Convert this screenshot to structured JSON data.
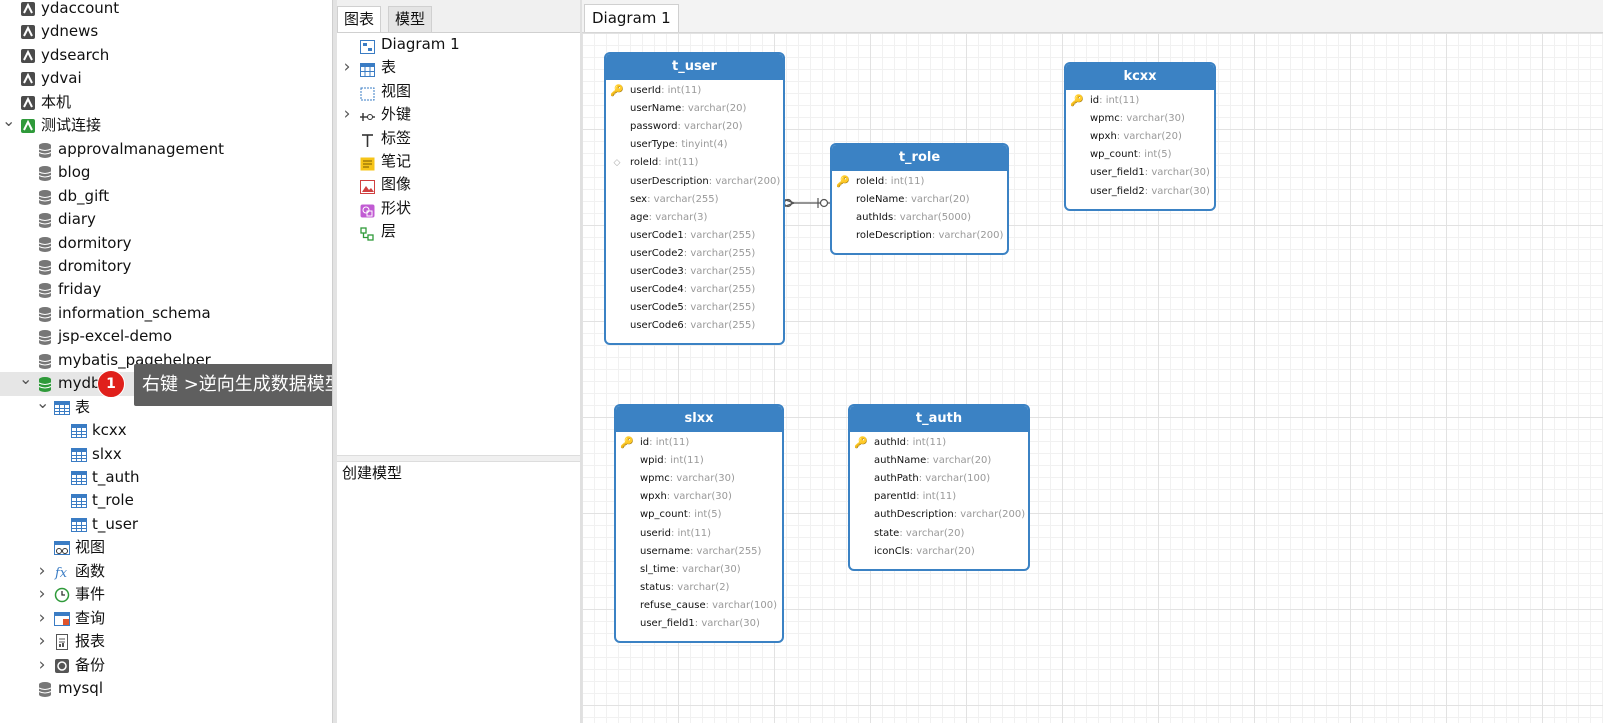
{
  "navigator": {
    "connections": [
      {
        "label": "ydaccount"
      },
      {
        "label": "ydnews"
      },
      {
        "label": "ydsearch"
      },
      {
        "label": "ydvai"
      },
      {
        "label": "本机"
      },
      {
        "label": "测试连接"
      }
    ],
    "databases": [
      "approvalmanagement",
      "blog",
      "db_gift",
      "diary",
      "dormitory",
      "dromitory",
      "friday",
      "information_schema",
      "jsp-excel-demo",
      "mybatis_pagehelper",
      "mydb"
    ],
    "mydb_children": {
      "tables_label": "表",
      "tables": [
        "kcxx",
        "slxx",
        "t_auth",
        "t_role",
        "t_user"
      ],
      "views_label": "视图",
      "functions_label": "函数",
      "events_label": "事件",
      "queries_label": "查询",
      "reports_label": "报表",
      "backups_label": "备份"
    },
    "after_db": "mysql",
    "tooltip": "右键 >逆向生成数据模型",
    "badge": "1"
  },
  "model_panel": {
    "tabs": [
      "图表",
      "模型"
    ],
    "items": [
      "Diagram 1",
      "表",
      "视图",
      "外键",
      "标签",
      "笔记",
      "图像",
      "形状",
      "层"
    ],
    "create_model": "创建模型"
  },
  "canvas": {
    "tab": "Diagram 1",
    "entities": [
      {
        "name": "t_user",
        "fields": [
          {
            "n": "userId",
            "t": ": int(11)",
            "key": "pk"
          },
          {
            "n": "userName",
            "t": ": varchar(20)"
          },
          {
            "n": "password",
            "t": ": varchar(20)"
          },
          {
            "n": "userType",
            "t": ": tinyint(4)"
          },
          {
            "n": "roleId",
            "t": ": int(11)",
            "key": "fk"
          },
          {
            "n": "userDescription",
            "t": ": varchar(200)"
          },
          {
            "n": "sex",
            "t": ": varchar(255)"
          },
          {
            "n": "age",
            "t": ": varchar(3)"
          },
          {
            "n": "userCode1",
            "t": ": varchar(255)"
          },
          {
            "n": "userCode2",
            "t": ": varchar(255)"
          },
          {
            "n": "userCode3",
            "t": ": varchar(255)"
          },
          {
            "n": "userCode4",
            "t": ": varchar(255)"
          },
          {
            "n": "userCode5",
            "t": ": varchar(255)"
          },
          {
            "n": "userCode6",
            "t": ": varchar(255)"
          }
        ]
      },
      {
        "name": "t_role",
        "fields": [
          {
            "n": "roleId",
            "t": ": int(11)",
            "key": "pk"
          },
          {
            "n": "roleName",
            "t": ": varchar(20)"
          },
          {
            "n": "authIds",
            "t": ": varchar(5000)"
          },
          {
            "n": "roleDescription",
            "t": ": varchar(200)"
          }
        ]
      },
      {
        "name": "kcxx",
        "fields": [
          {
            "n": "id",
            "t": ": int(11)",
            "key": "pk"
          },
          {
            "n": "wpmc",
            "t": ": varchar(30)"
          },
          {
            "n": "wpxh",
            "t": ": varchar(20)"
          },
          {
            "n": "wp_count",
            "t": ": int(5)"
          },
          {
            "n": "user_field1",
            "t": ": varchar(30)"
          },
          {
            "n": "user_field2",
            "t": ": varchar(30)"
          }
        ]
      },
      {
        "name": "slxx",
        "fields": [
          {
            "n": "id",
            "t": ": int(11)",
            "key": "pk"
          },
          {
            "n": "wpid",
            "t": ": int(11)"
          },
          {
            "n": "wpmc",
            "t": ": varchar(30)"
          },
          {
            "n": "wpxh",
            "t": ": varchar(30)"
          },
          {
            "n": "wp_count",
            "t": ": int(5)"
          },
          {
            "n": "userid",
            "t": ": int(11)"
          },
          {
            "n": "username",
            "t": ": varchar(255)"
          },
          {
            "n": "sl_time",
            "t": ": varchar(30)"
          },
          {
            "n": "status",
            "t": ": varchar(2)"
          },
          {
            "n": "refuse_cause",
            "t": ": varchar(100)"
          },
          {
            "n": "user_field1",
            "t": ": varchar(30)"
          }
        ]
      },
      {
        "name": "t_auth",
        "fields": [
          {
            "n": "authId",
            "t": ": int(11)",
            "key": "pk"
          },
          {
            "n": "authName",
            "t": ": varchar(20)"
          },
          {
            "n": "authPath",
            "t": ": varchar(100)"
          },
          {
            "n": "parentId",
            "t": ": int(11)"
          },
          {
            "n": "authDescription",
            "t": ": varchar(200)"
          },
          {
            "n": "state",
            "t": ": varchar(20)"
          },
          {
            "n": "iconCls",
            "t": ": varchar(20)"
          }
        ]
      }
    ]
  },
  "colors": {
    "entity_header": "#3b82c4",
    "tooltip_bg": "#5f5f5f",
    "badge": "#e0201b",
    "key": "#e0a000"
  }
}
